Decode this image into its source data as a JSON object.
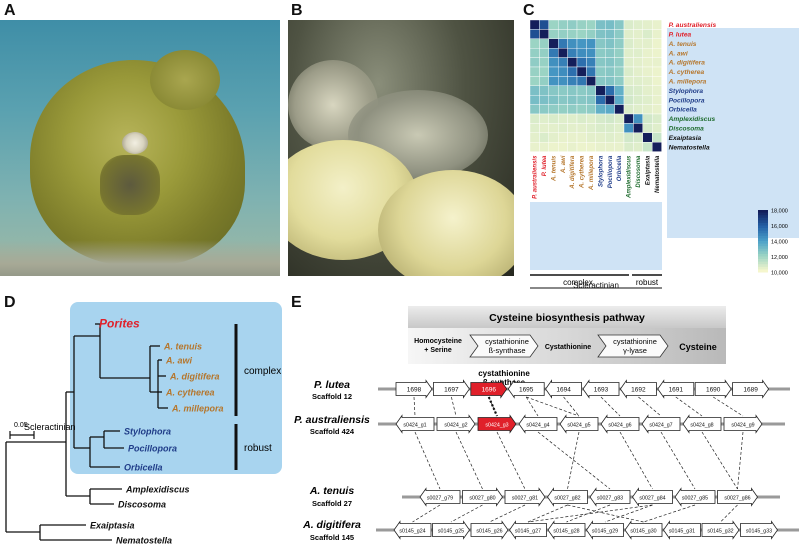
{
  "panels": {
    "a": "A",
    "b": "B",
    "c": "C",
    "d": "D",
    "e": "E"
  },
  "heatmap": {
    "species": [
      {
        "name": "P. australiensis",
        "color": "#e0202a"
      },
      {
        "name": "P. lutea",
        "color": "#e0202a"
      },
      {
        "name": "A. tenuis",
        "color": "#b5762c"
      },
      {
        "name": "A. awi",
        "color": "#b5762c"
      },
      {
        "name": "A. digitifera",
        "color": "#b5762c"
      },
      {
        "name": "A. cytherea",
        "color": "#b5762c"
      },
      {
        "name": "A. millepora",
        "color": "#b5762c"
      },
      {
        "name": "Stylophora",
        "color": "#1f3c88"
      },
      {
        "name": "Pocillopora",
        "color": "#1f3c88"
      },
      {
        "name": "Orbicella",
        "color": "#1f3c88"
      },
      {
        "name": "Amplexidiscus",
        "color": "#1e6b2d"
      },
      {
        "name": "Discosoma",
        "color": "#1e6b2d"
      },
      {
        "name": "Exaiptasia",
        "color": "#111111"
      },
      {
        "name": "Nematostella",
        "color": "#111111"
      }
    ],
    "matrix": [
      [
        18000,
        16500,
        12000,
        12200,
        12300,
        12100,
        12000,
        12800,
        12900,
        12500,
        10600,
        10500,
        10400,
        10300
      ],
      [
        16500,
        18000,
        12100,
        12200,
        12100,
        12000,
        12200,
        12700,
        12800,
        12400,
        10500,
        10400,
        10600,
        10300
      ],
      [
        12000,
        12100,
        18000,
        15200,
        14500,
        14300,
        14400,
        12500,
        12700,
        12300,
        10600,
        10400,
        10400,
        10200
      ],
      [
        12200,
        12200,
        15200,
        18000,
        15000,
        14600,
        14500,
        12400,
        12500,
        12200,
        10500,
        10500,
        10300,
        10200
      ],
      [
        12300,
        12100,
        14500,
        15000,
        18000,
        15500,
        15000,
        12500,
        12600,
        12300,
        10500,
        10400,
        10300,
        10300
      ],
      [
        12100,
        12000,
        14300,
        14600,
        15500,
        18000,
        15300,
        12400,
        12500,
        12200,
        10600,
        10400,
        10300,
        10200
      ],
      [
        12000,
        12200,
        14400,
        14500,
        15000,
        15300,
        18000,
        12500,
        12600,
        12300,
        10500,
        10500,
        10400,
        10200
      ],
      [
        12800,
        12700,
        12500,
        12400,
        12500,
        12400,
        12500,
        18000,
        15600,
        13400,
        10700,
        10600,
        10400,
        10300
      ],
      [
        12900,
        12800,
        12700,
        12500,
        12600,
        12500,
        12600,
        15600,
        18000,
        13600,
        10800,
        10600,
        10500,
        10300
      ],
      [
        12500,
        12400,
        12300,
        12200,
        12300,
        12200,
        12300,
        13400,
        13600,
        18000,
        10600,
        10500,
        10400,
        10300
      ],
      [
        10600,
        10500,
        10600,
        10500,
        10500,
        10600,
        10500,
        10700,
        10800,
        10600,
        18000,
        14500,
        10800,
        10600
      ],
      [
        10500,
        10400,
        10400,
        10500,
        10400,
        10400,
        10500,
        10600,
        10600,
        10500,
        14500,
        18000,
        10700,
        10500
      ],
      [
        10400,
        10600,
        10400,
        10300,
        10300,
        10300,
        10400,
        10400,
        10500,
        10400,
        10800,
        10700,
        18000,
        11000
      ],
      [
        10300,
        10300,
        10200,
        10200,
        10300,
        10200,
        10200,
        10300,
        10300,
        10300,
        10600,
        10500,
        11000,
        18000
      ]
    ],
    "legend_ticks": [
      "18,000",
      "16,000",
      "14,000",
      "12,000",
      "10,000"
    ],
    "legend_min": 10000,
    "legend_max": 18000,
    "group_complex": "complex",
    "group_robust": "robust",
    "group_scleractinian": "Scleractinian",
    "highlight_color": "#cfe3f5"
  },
  "tree": {
    "scale_label": "0.05",
    "node_label": "Scleractinian",
    "box_color": "#a8d4ef",
    "taxa": [
      {
        "name": "Porites",
        "color": "#e0202a"
      },
      {
        "name": "A. tenuis",
        "color": "#b5762c"
      },
      {
        "name": "A. awi",
        "color": "#b5762c"
      },
      {
        "name": "A. digitifera",
        "color": "#b5762c"
      },
      {
        "name": "A. cytherea",
        "color": "#b5762c"
      },
      {
        "name": "A. millepora",
        "color": "#b5762c"
      },
      {
        "name": "Stylophora",
        "color": "#1f3c88"
      },
      {
        "name": "Pocillopora",
        "color": "#1f3c88"
      },
      {
        "name": "Orbicella",
        "color": "#1f3c88"
      },
      {
        "name": "Amplexidiscus",
        "color": "#111111"
      },
      {
        "name": "Discosoma",
        "color": "#111111"
      },
      {
        "name": "Exaiptasia",
        "color": "#111111"
      },
      {
        "name": "Nematostella",
        "color": "#111111"
      }
    ],
    "clade_complex": "complex",
    "clade_robust": "robust"
  },
  "pathway": {
    "title": "Cysteine biosynthesis pathway",
    "input": "Homocysteine",
    "input2": "+ Serine",
    "enzyme1a": "cystathionine",
    "enzyme1b": "ß-synthase",
    "intermediate": "Cystathionine",
    "enzyme2a": "cystathionine",
    "enzyme2b": "γ-lyase",
    "product": "Cysteine",
    "callout_a": "cystathionine",
    "callout_b": "ß-synthase"
  },
  "synteny": {
    "highlight_color": "#e0202a",
    "tracks": [
      {
        "species": "P. lutea",
        "scaffold": "Scaffold 12",
        "genes": [
          {
            "id": "1698",
            "dir": "R"
          },
          {
            "id": "1697",
            "dir": "R"
          },
          {
            "id": "1696",
            "dir": "R",
            "hl": true
          },
          {
            "id": "1695",
            "dir": "L"
          },
          {
            "id": "1694",
            "dir": "L"
          },
          {
            "id": "1693",
            "dir": "L"
          },
          {
            "id": "1692",
            "dir": "L"
          },
          {
            "id": "1691",
            "dir": "L"
          },
          {
            "id": "1690",
            "dir": "R"
          },
          {
            "id": "1689",
            "dir": "R"
          }
        ]
      },
      {
        "species": "P. australiensis",
        "scaffold": "Scaffold 424",
        "genes": [
          {
            "id": "s0424_g1",
            "dir": "L"
          },
          {
            "id": "s0424_g2",
            "dir": "R"
          },
          {
            "id": "s0424_g3",
            "dir": "R",
            "hl": true
          },
          {
            "id": "s0424_g4",
            "dir": "L"
          },
          {
            "id": "s0424_g5",
            "dir": "L"
          },
          {
            "id": "s0424_g6",
            "dir": "L"
          },
          {
            "id": "s0424_g7",
            "dir": "L"
          },
          {
            "id": "s0424_g8",
            "dir": "L"
          },
          {
            "id": "s0424_g9",
            "dir": "R"
          }
        ]
      },
      {
        "species": "A. tenuis",
        "scaffold": "Scaffold 27",
        "genes": [
          {
            "id": "s0027_g79",
            "dir": "L"
          },
          {
            "id": "s0027_g80",
            "dir": "R"
          },
          {
            "id": "s0027_g81",
            "dir": "R"
          },
          {
            "id": "s0027_g82",
            "dir": "L"
          },
          {
            "id": "s0027_g83",
            "dir": "L"
          },
          {
            "id": "s0027_g84",
            "dir": "L"
          },
          {
            "id": "s0027_g85",
            "dir": "L"
          },
          {
            "id": "s0027_g86",
            "dir": "R"
          }
        ]
      },
      {
        "species": "A. digitifera",
        "scaffold": "Scaffold 145",
        "genes": [
          {
            "id": "s0145_g24",
            "dir": "L"
          },
          {
            "id": "s0145_g25",
            "dir": "R"
          },
          {
            "id": "s0145_g26",
            "dir": "R"
          },
          {
            "id": "s0145_g27",
            "dir": "L"
          },
          {
            "id": "s0145_g28",
            "dir": "L"
          },
          {
            "id": "s0145_g29",
            "dir": "L"
          },
          {
            "id": "s0145_g30",
            "dir": "L"
          },
          {
            "id": "s0145_g31",
            "dir": "L"
          },
          {
            "id": "s0145_g32",
            "dir": "R"
          },
          {
            "id": "s0145_g33",
            "dir": "R"
          }
        ]
      }
    ]
  }
}
